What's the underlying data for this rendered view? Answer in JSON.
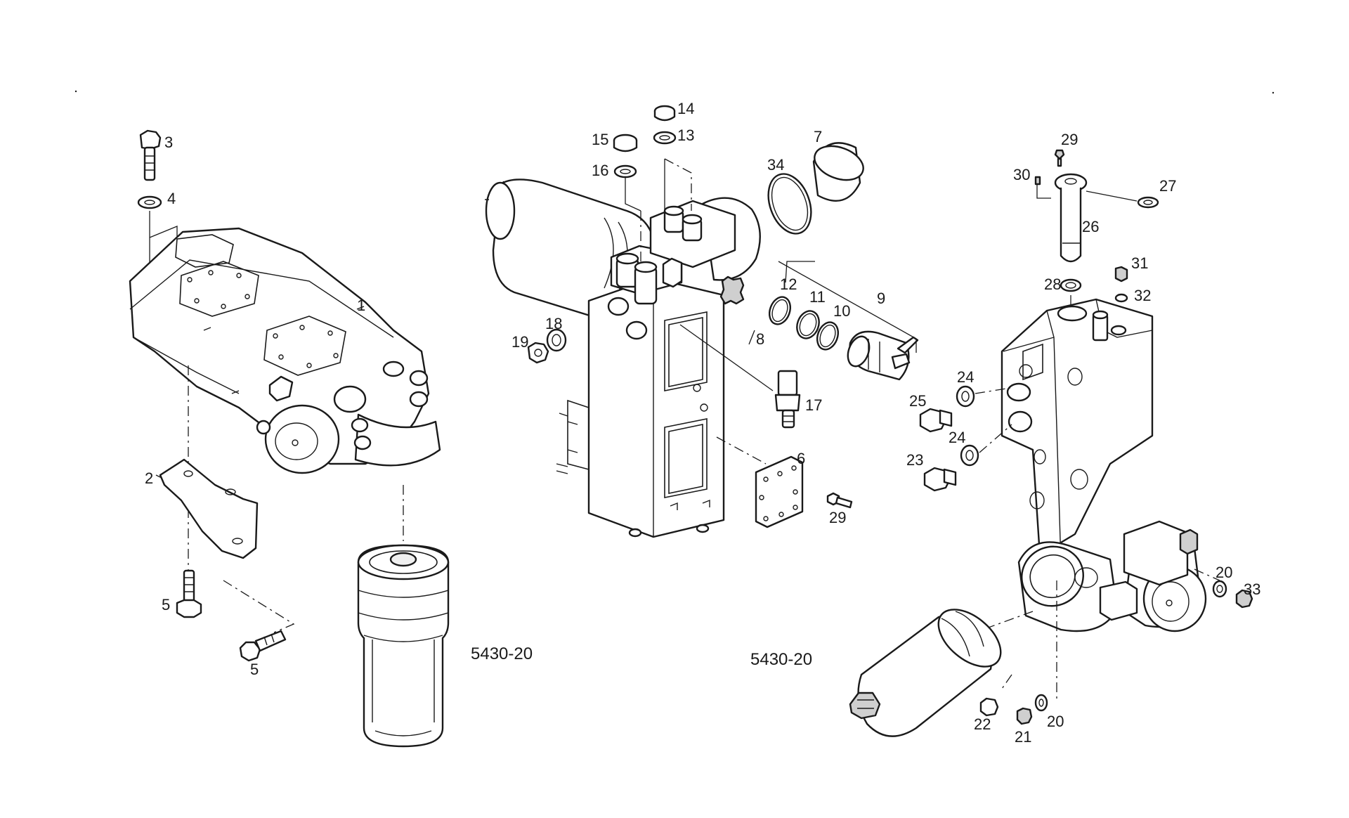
{
  "diagram": {
    "callouts": {
      "c1": "1",
      "c2": "2",
      "c3": "3",
      "c4": "4",
      "c5a": "5",
      "c5b": "5",
      "c6": "6",
      "c7": "7",
      "c8": "8",
      "c9": "9",
      "c10": "10",
      "c11": "11",
      "c12": "12",
      "c13": "13",
      "c14": "14",
      "c15": "15",
      "c16": "16",
      "c17": "17",
      "c18": "18",
      "c19": "19",
      "c20a": "20",
      "c20b": "20",
      "c21": "21",
      "c22": "22",
      "c23": "23",
      "c24a": "24",
      "c24b": "24",
      "c25": "25",
      "c26": "26",
      "c27": "27",
      "c28": "28",
      "c29a": "29",
      "c29b": "29",
      "c30": "30",
      "c31": "31",
      "c32": "32",
      "c33": "33",
      "c34": "34"
    },
    "references": {
      "left": "5430-20",
      "right": "5430-20"
    }
  }
}
